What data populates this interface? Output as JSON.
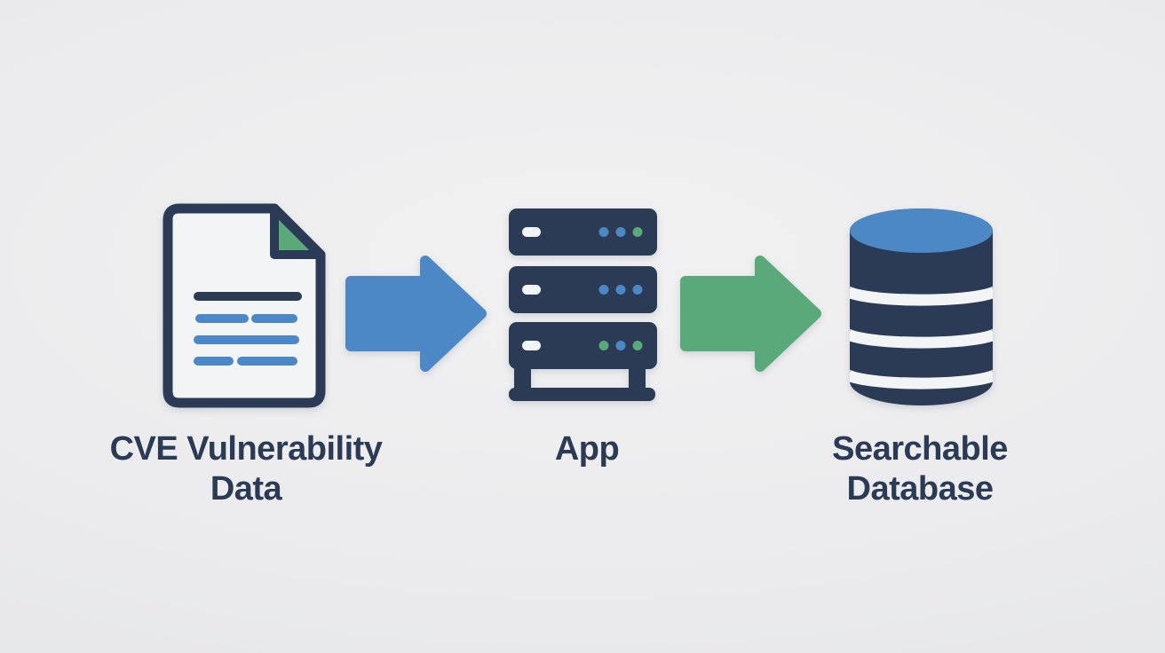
{
  "diagram": {
    "type": "flow",
    "background": "#ebebed",
    "colors": {
      "navy": "#2b3a55",
      "blue": "#4c88c6",
      "green": "#5aa97b",
      "paper": "#f3f4f6"
    },
    "nodes": [
      {
        "id": "cve-data",
        "icon": "document-icon",
        "label_line1": "CVE Vulnerability",
        "label_line2": "Data"
      },
      {
        "id": "app",
        "icon": "server-icon",
        "label_line1": "App",
        "label_line2": ""
      },
      {
        "id": "searchable-database",
        "icon": "database-icon",
        "label_line1": "Searchable",
        "label_line2": "Database"
      }
    ],
    "arrows": [
      {
        "id": "arrow-1",
        "from": "cve-data",
        "to": "app",
        "direction": "right",
        "color": "#4c88c6"
      },
      {
        "id": "arrow-2",
        "from": "app",
        "to": "searchable-database",
        "direction": "right",
        "color": "#5aa97b"
      }
    ]
  }
}
